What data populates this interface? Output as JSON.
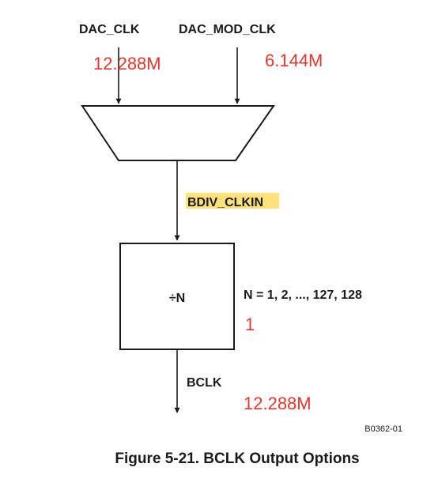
{
  "inputs": {
    "dac_clk_label": "DAC_CLK",
    "dac_mod_clk_label": "DAC_MOD_CLK",
    "dac_clk_value": "12.288M",
    "dac_mod_clk_value": "6.144M"
  },
  "mux_output_label": "BDIV_CLKIN",
  "divider": {
    "symbol": "÷N",
    "range_text": "N = 1, 2, ..., 127, 128",
    "setting": "1"
  },
  "output": {
    "label": "BCLK",
    "value": "12.288M"
  },
  "figure_id": "B0362-01",
  "caption": "Figure 5-21. BCLK Output Options",
  "colors": {
    "annotation": "#e8352b",
    "highlight": "#fde27a",
    "line": "#1a1a1a"
  }
}
